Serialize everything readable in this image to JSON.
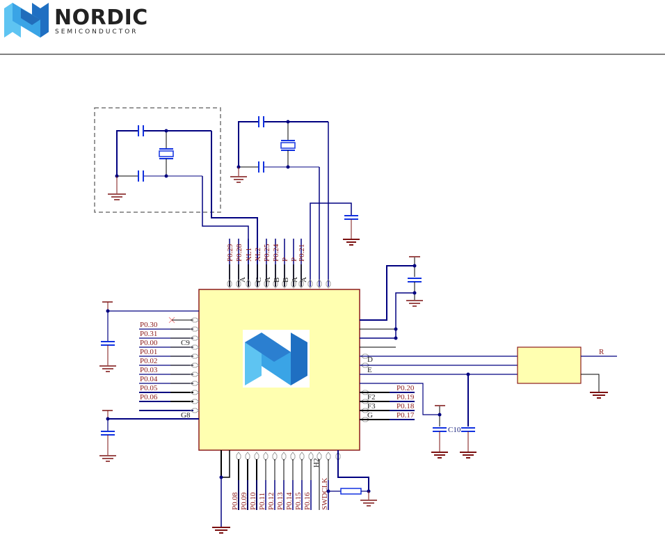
{
  "header": {
    "brand_name": "NORDIC",
    "brand_sub": "SEMICONDUCTOR",
    "logo_icon": "nordic-n-logo-icon"
  },
  "colors": {
    "wire": "#000080",
    "wire_black": "#000000",
    "ground": "#7b1010",
    "component": "#1030e0",
    "chip_fill": "#ffffb0",
    "chip_border": "#8b1a1a",
    "net_label": "#8b1a1a",
    "junction": "#000080"
  },
  "schematic": {
    "top_pins": {
      "nets": [
        "P0.29",
        "P0.28",
        "XL1",
        "XL2",
        "P0.25",
        "P0.24",
        "P",
        "P",
        "P0.21"
      ],
      "pin_letters": [
        "A",
        "C",
        "A",
        "B",
        "B",
        "A",
        "A"
      ]
    },
    "left_pins": {
      "nets": [
        "P0.30",
        "P0.31",
        "P0.00",
        "P0.01",
        "P0.02",
        "P0.03",
        "P0.04",
        "P0.05",
        "P0.06"
      ],
      "pin_labels": [
        "C9",
        "G8"
      ]
    },
    "right_pins": {
      "pin_letters": [
        "D",
        "E",
        "F2",
        "F3",
        "G"
      ],
      "nets": [
        "P0.20",
        "P0.19",
        "P0.18",
        "P0.17"
      ]
    },
    "bottom_pins": {
      "nets": [
        "P0.08",
        "P0.09",
        "P0.10",
        "P0.11",
        "P0.12",
        "P0.13",
        "P0.14",
        "P0.15",
        "P0.16",
        "SWDCLK"
      ],
      "pin_label": "H2"
    },
    "components": {
      "cap_c10": "C10",
      "antenna_net": "R"
    }
  }
}
